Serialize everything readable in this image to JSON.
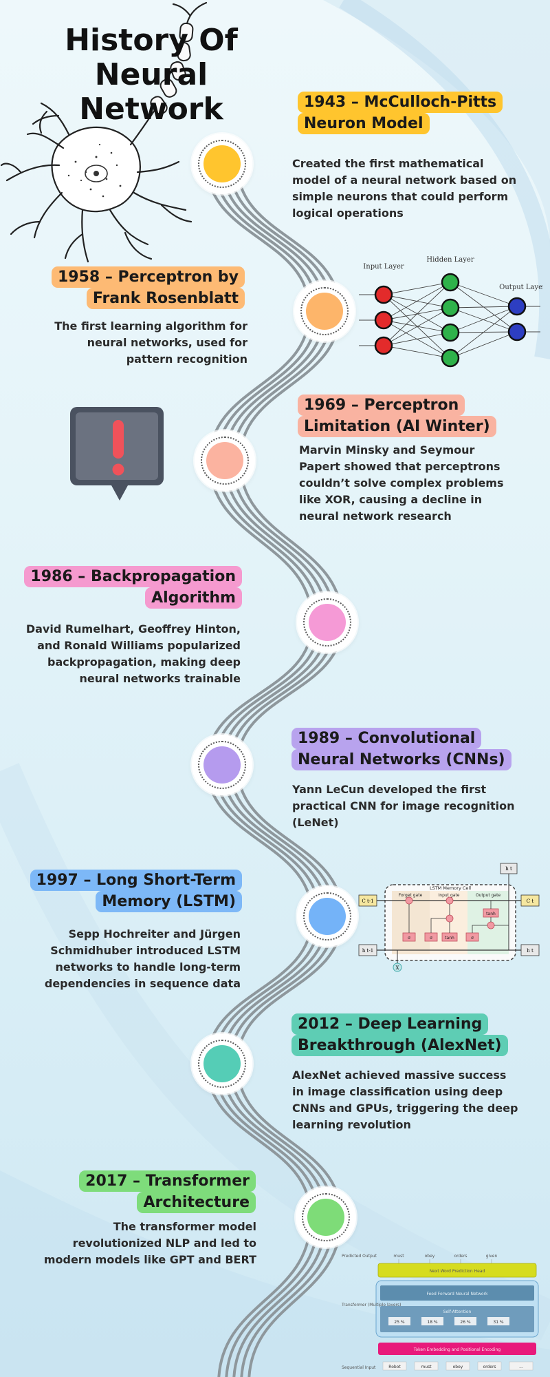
{
  "title": "History Of Neural Network",
  "events": [
    {
      "year_title": "1943 – McCulloch-Pitts Neuron Model",
      "description": "Created the first mathematical model of a neural network based on simple neurons that could perform logical operations",
      "color": "#FFC52E",
      "node_color": "#FFC52E"
    },
    {
      "year_title": "1958 – Perceptron by Frank Rosenblatt",
      "description": "The first learning algorithm for neural networks, used for pattern recognition",
      "color": "#FDBA74",
      "node_color": "#FDB56A"
    },
    {
      "year_title": "1969 – Perceptron Limitation (AI Winter)",
      "description": "Marvin Minsky and Seymour Papert showed that perceptrons couldn’t solve complex problems like XOR, causing a decline in neural network research",
      "color": "#F9B3A1",
      "node_color": "#FBB3A0"
    },
    {
      "year_title": "1986 – Backpropagation Algorithm",
      "description": "David Rumelhart, Geoffrey Hinton, and Ronald Williams popularized backpropagation, making deep neural networks trainable",
      "color": "#F59ACF",
      "node_color": "#F59AD6"
    },
    {
      "year_title": "1989 – Convolutional Neural Networks (CNNs)",
      "description": "Yann LeCun developed the first practical CNN for image recognition (LeNet)",
      "color": "#B8A3EE",
      "node_color": "#B59BEE"
    },
    {
      "year_title": "1997 – Long Short-Term Memory (LSTM)",
      "description": "Sepp Hochreiter and Jürgen Schmidhuber introduced LSTM networks to handle long-term dependencies in sequence data",
      "color": "#7DB8F7",
      "node_color": "#74B3F8"
    },
    {
      "year_title": "2012 – Deep Learning Breakthrough (AlexNet)",
      "description": "AlexNet achieved massive success in image classification using deep CNNs and GPUs, triggering the deep learning revolution",
      "color": "#5ECDB4",
      "node_color": "#55CDB6"
    },
    {
      "year_title": "2017 – Transformer Architecture",
      "description": "The transformer model revolutionized NLP and led to modern models like GPT and BERT",
      "color": "#7EDC7B",
      "node_color": "#7EDC78"
    }
  ],
  "perceptron_diagram": {
    "input_label": "Input Layer",
    "hidden_label": "Hidden Layer",
    "output_label": "Output Layer"
  },
  "lstm_diagram": {
    "cell_title": "LSTM Memory Cell",
    "forget_gate": "Forget gate",
    "input_gate": "Input gate",
    "output_gate": "Output gate",
    "c_prev": "C t-1",
    "c_next": "C t",
    "h_prev": "h t-1",
    "h_next": "h t",
    "h_top": "h t",
    "x_in": "X",
    "sigma": "σ",
    "tanh": "tanh"
  },
  "transformer_diagram": {
    "predicted_output": "Predicted Output",
    "sequential_input": "Sequential Input",
    "stack_label": "Transformer (Multiple layers)",
    "top_tokens": [
      "must",
      "obey",
      "orders",
      "given"
    ],
    "bottom_tokens": [
      "Robot",
      "must",
      "obey",
      "orders",
      "..."
    ],
    "next_word": "Next Word Prediction Head",
    "feed_forward": "Feed Forward Neural Network",
    "self_attention": "Self-Attention",
    "attention_values": [
      "25 %",
      "18 %",
      "26 %",
      "31 %"
    ],
    "embedding": "Token Embedding and Positional Encoding"
  },
  "accent_colors": {
    "timeline_stroke": "#8E979C",
    "alert_box": "#6B7280",
    "alert_mark": "#F0525A"
  },
  "icons": {
    "neuron": "neuron-illustration",
    "alert": "exclamation-speech-bubble-icon"
  }
}
